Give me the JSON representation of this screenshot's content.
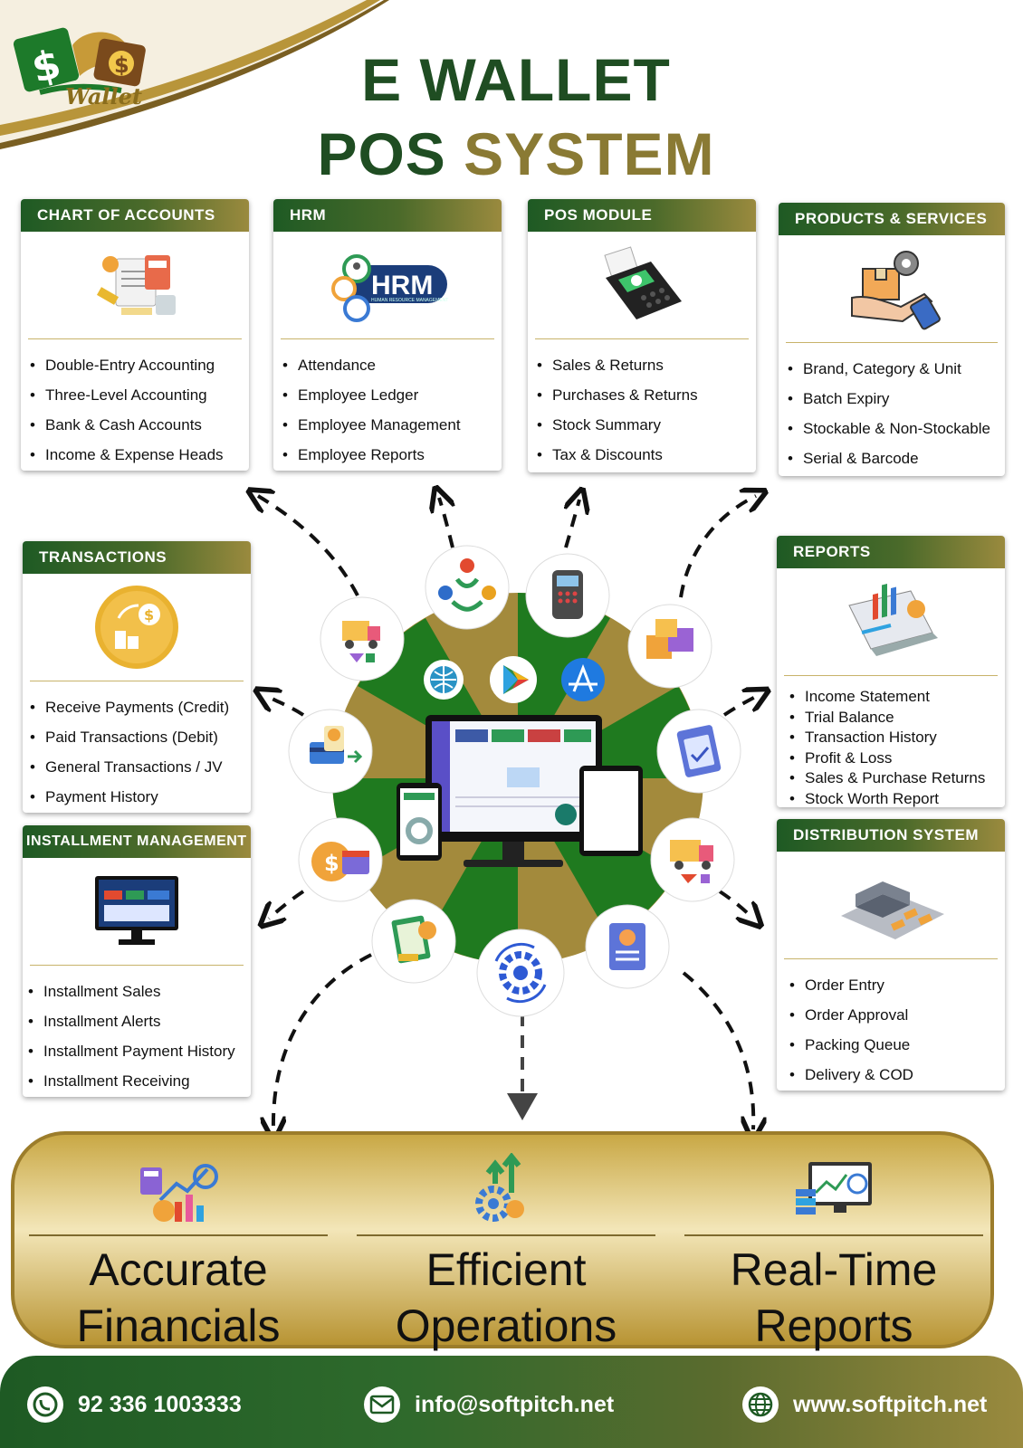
{
  "brand": {
    "logo_text": "Wallet",
    "logo_icon": "money-dollar-icon"
  },
  "title": {
    "line1": "E WALLET",
    "line2_a": "POS",
    "line2_b": "SYSTEM"
  },
  "colors": {
    "green": "#1e5a24",
    "gold": "#9a8a3e",
    "hub_green": "#1f7a1f",
    "hub_gold": "#a38a3c"
  },
  "cards": {
    "chart_of_accounts": {
      "title": "CHART OF ACCOUNTS",
      "icon": "accounting-documents-icon",
      "items": [
        "Double-Entry Accounting",
        "Three-Level Accounting",
        "Bank & Cash Accounts",
        "Income & Expense Heads"
      ]
    },
    "hrm": {
      "title": "HRM",
      "icon": "hrm-logo-icon",
      "logo_text": "HRM",
      "logo_sub": "HUMAN RESOURCE MANAGEMENT",
      "items": [
        "Attendance",
        "Employee Ledger",
        "Employee Management",
        "Employee Reports"
      ]
    },
    "pos_module": {
      "title": "POS MODULE",
      "icon": "card-terminal-icon",
      "items": [
        "Sales & Returns",
        "Purchases & Returns",
        "Stock Summary",
        "Tax & Discounts"
      ]
    },
    "products": {
      "title": "PRODUCTS & SERVICES",
      "icon": "box-hand-gear-icon",
      "items": [
        "Brand, Category & Unit",
        "Batch Expiry",
        "Stockable & Non-Stockable",
        "Serial & Barcode"
      ]
    },
    "transactions": {
      "title": "TRANSACTIONS",
      "icon": "money-exchange-icon",
      "items": [
        "Receive Payments (Credit)",
        "Paid Transactions (Debit)",
        "General Transactions / JV",
        "Payment History"
      ]
    },
    "installment": {
      "title": "INSTALLMENT MANAGEMENT",
      "icon": "monitor-dashboard-icon",
      "items": [
        "Installment Sales",
        "Installment Alerts",
        "Installment Payment History",
        "Installment Receiving"
      ]
    },
    "reports": {
      "title": "REPORTS",
      "icon": "laptop-chart-icon",
      "items": [
        "Income Statement",
        "Trial Balance",
        "Transaction History",
        "Profit & Loss",
        "Sales & Purchase Returns",
        "Stock Worth Report"
      ]
    },
    "distribution": {
      "title": "DISTRIBUTION SYSTEM",
      "icon": "warehouse-trucks-icon",
      "items": [
        "Order Entry",
        "Order Approval",
        "Packing Queue",
        "Delivery & COD"
      ]
    }
  },
  "hub": {
    "center_icon": "devices-dashboard-icon",
    "store_icons": [
      "web-globe-icon",
      "play-store-icon",
      "app-store-icon"
    ],
    "satellites": [
      "teamwork-icon",
      "pos-terminal-icon",
      "products-boxes-icon",
      "report-clipboard-icon",
      "delivery-truck-icon",
      "document-chart-icon",
      "gear-sync-icon",
      "ledger-sheet-icon",
      "coin-calendar-icon",
      "card-payment-icon",
      "distribution-truck-icon"
    ]
  },
  "features": [
    {
      "line1": "Accurate",
      "line2": "Financials",
      "icon": "financial-analytics-icon"
    },
    {
      "line1": "Efficient",
      "line2": "Operations",
      "icon": "gear-growth-icon"
    },
    {
      "line1": "Real-Time",
      "line2": "Reports",
      "icon": "monitor-reports-icon"
    }
  ],
  "footer": {
    "phone": "92 336 1003333",
    "email": "info@softpitch.net",
    "website": "www.softpitch.net",
    "icons": [
      "whatsapp-icon",
      "email-icon",
      "globe-icon"
    ]
  }
}
